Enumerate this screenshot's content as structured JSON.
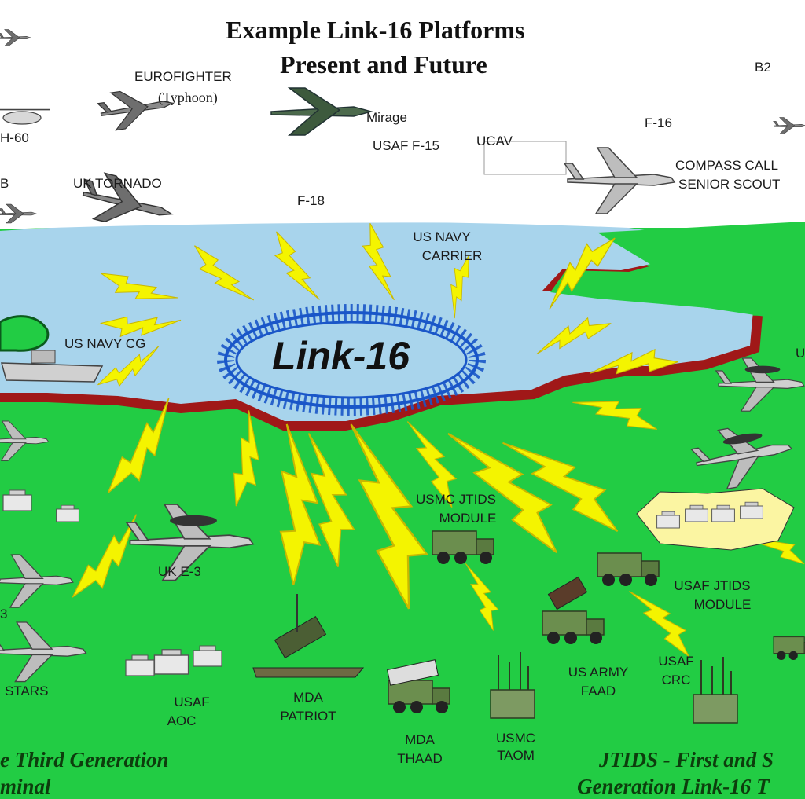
{
  "title": {
    "line1": "Example Link-16 Platforms",
    "line2": "Present and Future"
  },
  "hub_label": "Link-16",
  "labels": {
    "eurofighter": "EUROFIGHTER",
    "typhoon": "(Typhoon)",
    "h60": "H-60",
    "mirage": "Mirage",
    "usaf_f15": "USAF F-15",
    "ucav": "UCAV",
    "f16": "F-16",
    "b2": "B2",
    "compass_call": "COMPASS CALL",
    "senior_scout": "SENIOR SCOUT",
    "uk_tornado": "UK TORNADO",
    "f18": "F-18",
    "edge_b": "B",
    "us_navy_carrier_1": "US NAVY",
    "us_navy_carrier_2": "CARRIER",
    "us_navy_cg": "US NAVY CG",
    "edge_u": "U",
    "usmc_jtids_1": "USMC JTIDS",
    "usmc_jtids_2": "MODULE",
    "uk_e3": "UK E-3",
    "usaf_jtids_1": "USAF JTIDS",
    "usaf_jtids_2": "MODULE",
    "edge_3": "3",
    "stars": "STARS",
    "usaf_aoc_1": "USAF",
    "usaf_aoc_2": "AOC",
    "mda_patriot_1": "MDA",
    "mda_patriot_2": "PATRIOT",
    "us_army_faad_1": "US ARMY",
    "us_army_faad_2": "FAAD",
    "usaf_crc_1": "USAF",
    "usaf_crc_2": "CRC",
    "mda_thaad_1": "MDA",
    "mda_thaad_2": "THAAD",
    "usmc_taom_1": "USMC",
    "usmc_taom_2": "TAOM"
  },
  "footers": {
    "left_1": "e Third Generation",
    "left_2": "minal",
    "right_1": "JTIDS - First and S",
    "right_2": "Generation Link-16 T"
  },
  "colors": {
    "land": "#22cc44",
    "sea": "#a8d4ec",
    "coast": "#a01818",
    "bolt": "#f4f400",
    "ring": "#1a56c8",
    "footer_text": "#0d3d0d"
  },
  "icons": [
    "aircraft-icon",
    "helicopter-icon",
    "ship-icon",
    "tree-icon",
    "truck-icon",
    "radar-icon",
    "building-icon",
    "missile-launcher-icon",
    "antenna-icon"
  ]
}
